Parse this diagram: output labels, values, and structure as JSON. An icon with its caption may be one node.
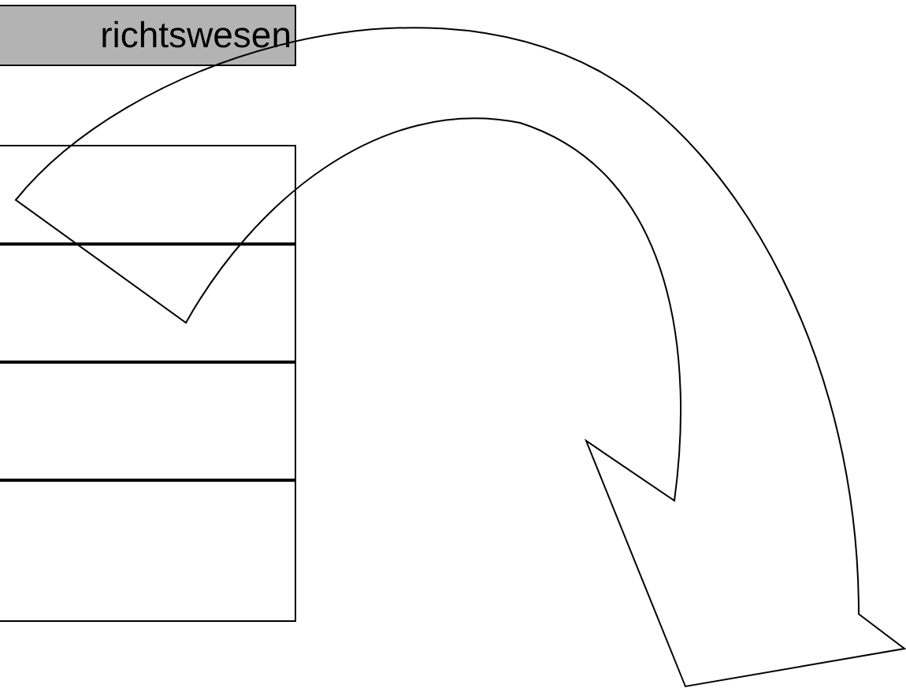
{
  "diagram": {
    "nodes": [
      {
        "text": [
          "richtswesen"
        ]
      },
      {
        "text": [],
        "shape": "box"
      },
      {
        "text": [],
        "shape": "box"
      },
      {
        "text": [],
        "shape": "box"
      },
      {
        "text": [],
        "shape": "box"
      }
    ]
  }
}
